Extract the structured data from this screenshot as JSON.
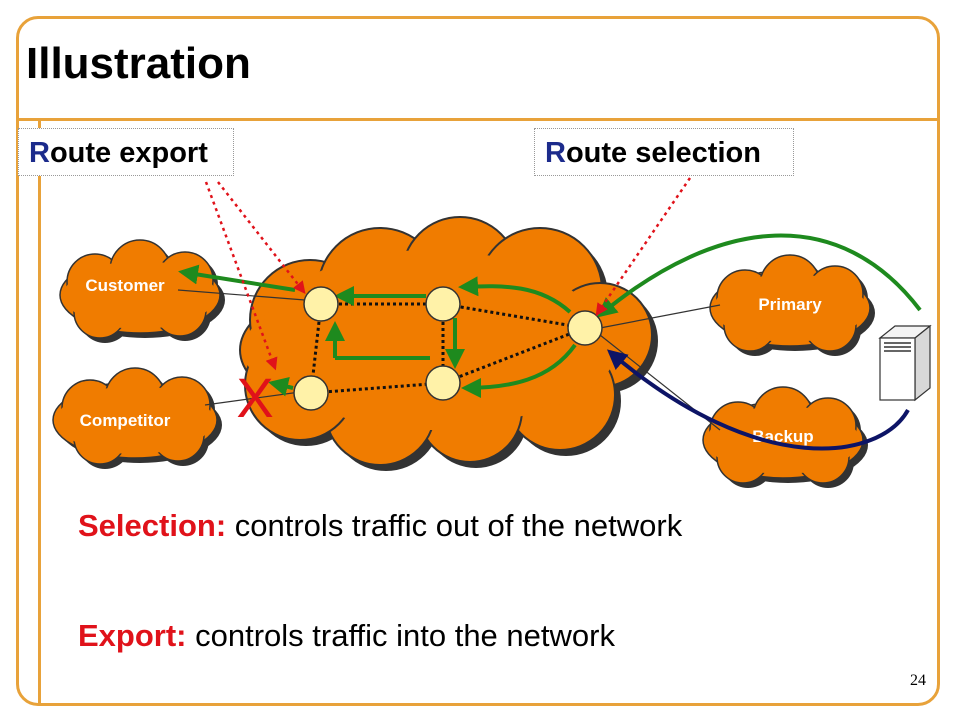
{
  "slide": {
    "title": "Illustration",
    "page_number": "24"
  },
  "callouts": {
    "export_first": "R",
    "export_rest": "oute export",
    "selection_first": "R",
    "selection_rest": "oute selection"
  },
  "diagram": {
    "neighbors": {
      "customer": "Customer",
      "competitor": "Competitor",
      "primary": "Primary",
      "backup": "Backup"
    },
    "blocked_mark": "X",
    "colors": {
      "cloud": "#F07C00",
      "router": "#FFF2A8",
      "selected_route": "#1E8A1E",
      "traffic": "#0D1466",
      "dotted_pointer": "#E0121A",
      "frame": "#E8A23A"
    }
  },
  "statements": {
    "selection_keyword": "Selection:",
    "selection_text": " controls traffic out of the network",
    "export_keyword": "Export:",
    "export_text": " controls traffic into the network"
  }
}
